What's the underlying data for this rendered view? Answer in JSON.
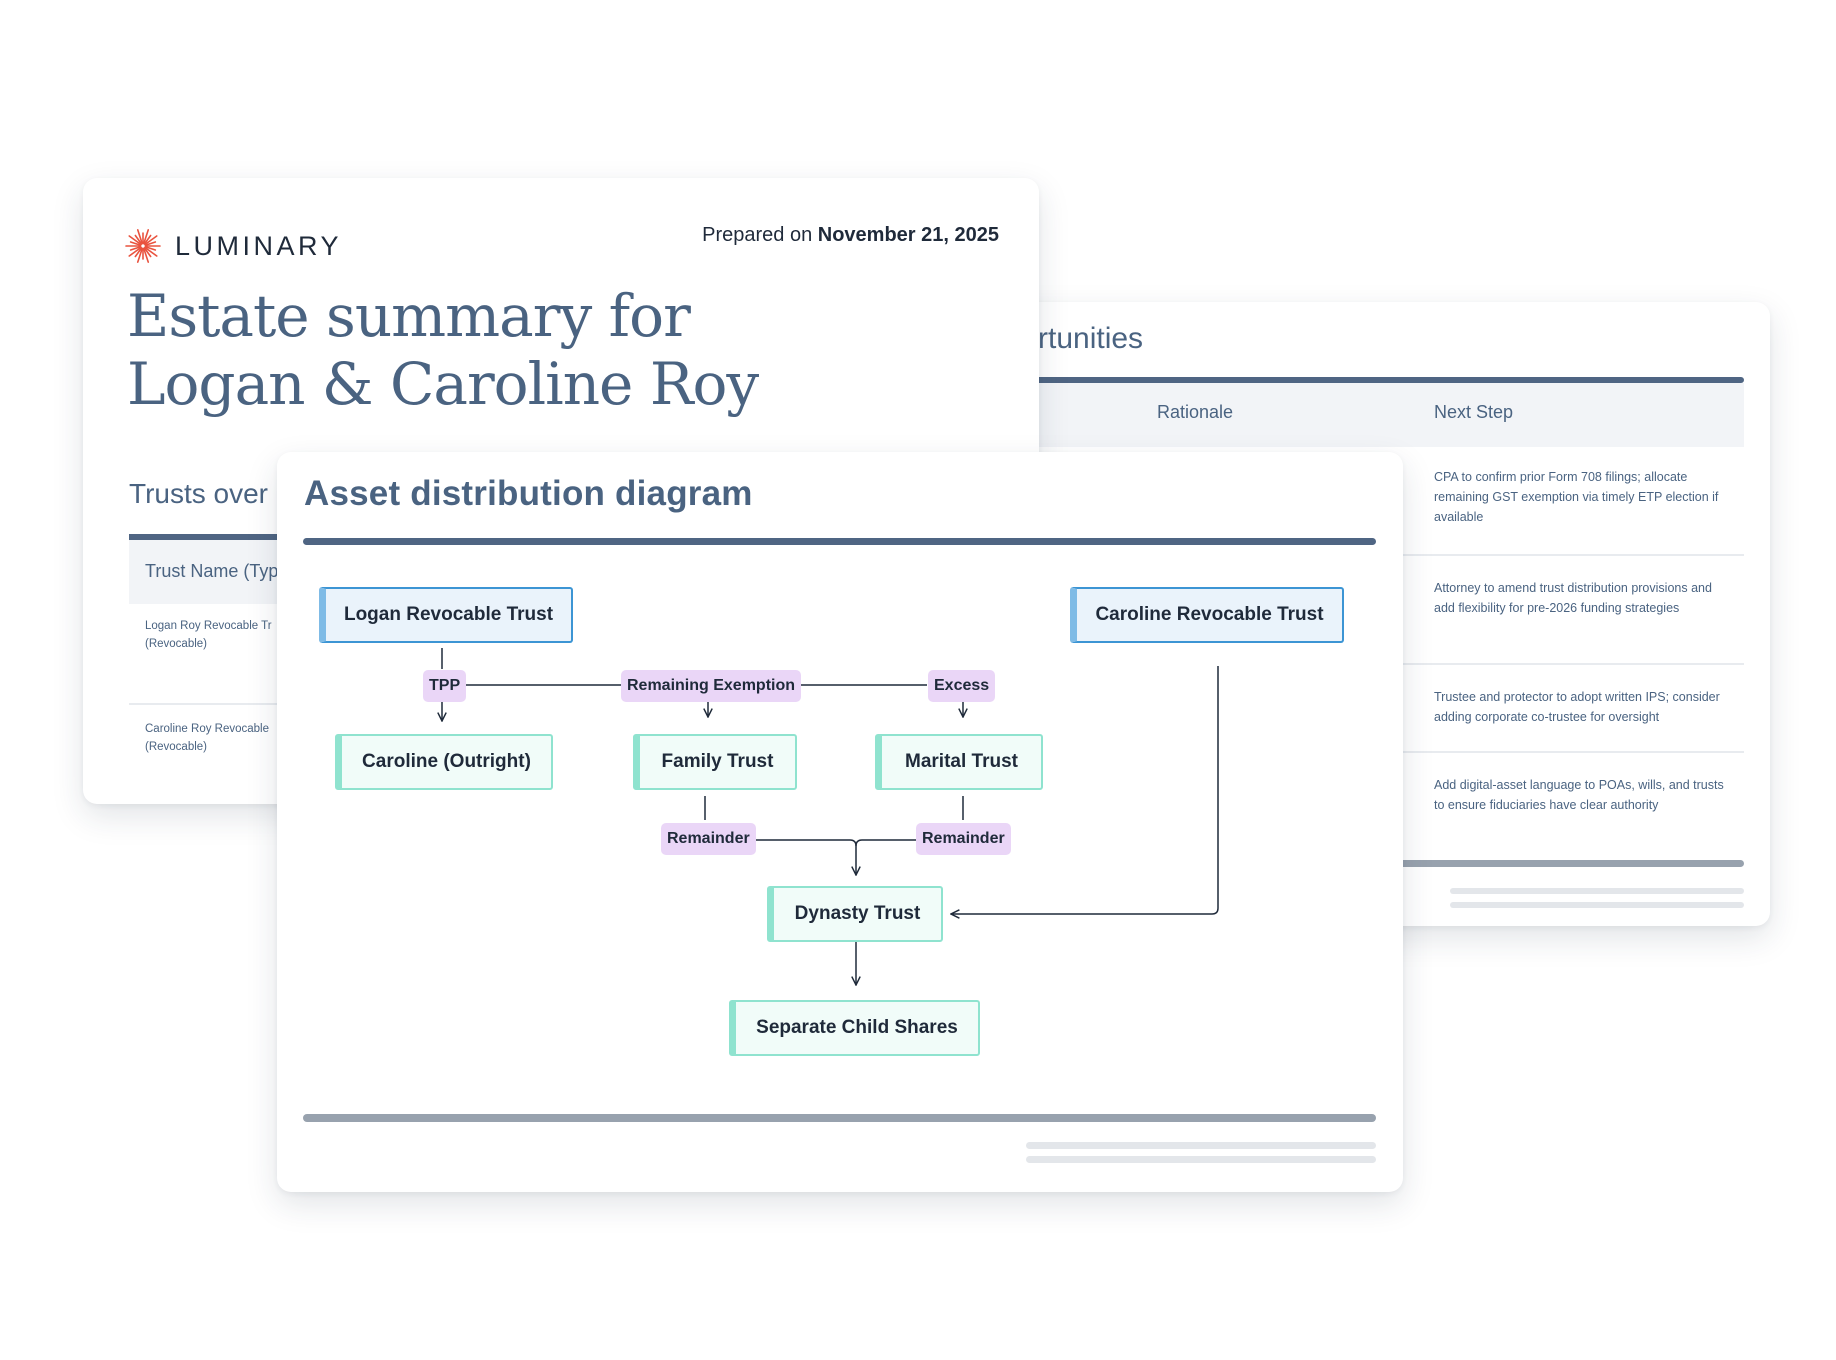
{
  "summary": {
    "brand": "LUMINARY",
    "prepared_prefix": "Prepared on",
    "prepared_date": "November 21, 2025",
    "title_line1": "Estate summary for",
    "title_line2": "Logan & Caroline Roy",
    "trusts_heading": "Trusts over",
    "trusts_column": "Trust Name (Typ",
    "rows": [
      {
        "line1": "Logan Roy Revocable Tr",
        "line2": "(Revocable)"
      },
      {
        "line1": "Caroline Roy Revocable",
        "line2": "(Revocable)"
      }
    ]
  },
  "opportunities": {
    "title_fragment": "rtunities",
    "columns": {
      "rationale": "Rationale",
      "next_step": "Next Step"
    },
    "next_steps": [
      "CPA to confirm prior Form 708 filings; allocate remaining GST exemption via timely ETP election if available",
      "Attorney to amend trust distribution provisions and add flexibility for pre-2026 funding strategies",
      "Trustee and protector to adopt written IPS; consider adding corporate co-trustee for oversight",
      "Add digital-asset language to POAs, wills, and trusts to ensure fiduciaries have clear authority"
    ]
  },
  "diagram": {
    "title": "Asset distribution diagram",
    "nodes": {
      "logan": "Logan Revocable Trust",
      "caroline_trust": "Caroline Revocable Trust",
      "caroline_outright": "Caroline (Outright)",
      "family": "Family Trust",
      "marital": "Marital Trust",
      "dynasty": "Dynasty Trust",
      "children": "Separate Child Shares"
    },
    "tags": {
      "tpp": "TPP",
      "remaining": "Remaining Exemption",
      "excess": "Excess",
      "remainder_left": "Remainder",
      "remainder_right": "Remainder"
    }
  },
  "colors": {
    "heading": "#4a6381",
    "rule": "#4f6583",
    "logo_accent": "#e9533f",
    "blue_node_border": "#3c95d4",
    "green_node_border": "#8fe3cf",
    "tag_fill": "#ead6f7"
  },
  "icons": {
    "logo": "starburst-logo-icon"
  }
}
